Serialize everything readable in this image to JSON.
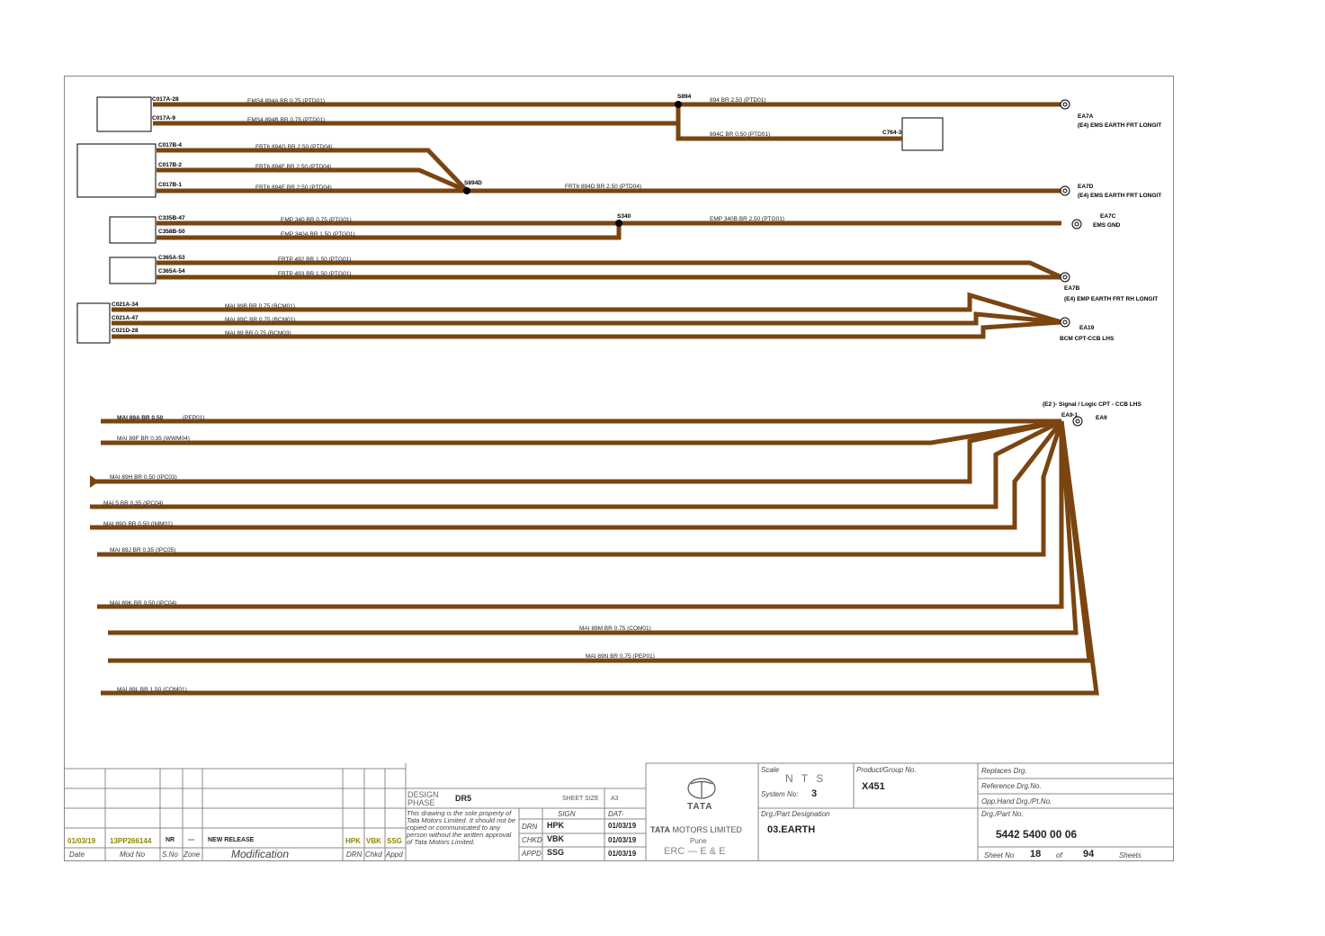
{
  "colors": {
    "wire": "#7a4510",
    "frame": "#888888",
    "olive": "#8a8a00"
  },
  "wires": {
    "w1": "EMS4 894A BR 0.75 (PTD01)",
    "w2": "EMS4 894B BR 0.75 (PTD01)",
    "w3": "894 BR 2.50 (PTD01)",
    "w4": "894C BR 0.50 (PTD01)",
    "w5": "FRT6 894G BR 2.50 (PTD04)",
    "w6": "FRT6 894F BR 2.50 (PTD04)",
    "w7": "FRT6 894E BR 2.50 (PTD04)",
    "w8": "FRT6 894D BR 2.50 (PTD04)",
    "w9": "EMP 340 BR 0.75 (PTG01)",
    "w10": "EMP 340A BR 1.50 (PTG01)",
    "w11": "EMP 340B BR 2.50 (PTG01)",
    "w12": "FRTP 492 BR 1.50 (PTG01)",
    "w13": "FRTP 493 BR 1.50 (PTG01)",
    "w14": "MAI 89B BR 0.75 (BCM01)",
    "w15": "MAI 89C BR 0.75 (BCM01)",
    "w16": "MAI 89 BR 0.75 (BCM03)",
    "w17a": "MAI 89A BR 0.50",
    "w17b": "(PEP01)",
    "w18": "MAI 89F BR 0.35 (WWM04)",
    "w19": "MAI 89H BR 0.50 (IPC03)",
    "w20": "MAI 5 BR 0.35 (IPC04)",
    "w21": "MAI 89G BR 0.50 (IMM01)",
    "w22": "MAI 89J BR 0.35 (IPC05)",
    "w23": "MAI 89K BR 0.50 (IPC04)",
    "w24": "MAI 89M BR 0.75 (COM01)",
    "w25": "MAI 89N BR 0.75 (PEP01)",
    "w26": "MAI 89L BR 1.50 (COM01)"
  },
  "connectors": {
    "c1": "C017A-28",
    "c2": "C017A-9",
    "c3": "C017B-4",
    "c4": "C017B-2",
    "c5": "C017B-1",
    "c6": "C335B-47",
    "c7": "C358B-50",
    "c8": "C365A-53",
    "c9": "C365A-54",
    "c10": "C021A-34",
    "c11": "C021A-47",
    "c12": "C021D-28",
    "c13": "C764-3"
  },
  "splices": {
    "s1": "S894",
    "s2": "S894D",
    "s3": "S340"
  },
  "grounds": {
    "g1a": "EA7A",
    "g1b": "(E4) EMS EARTH FRT LONGIT",
    "g2a": "EA7D",
    "g2b": "(E4) EMS EARTH FRT LONGIT",
    "g3a": "EA7C",
    "g3b": "EMS GND",
    "g4a": "EA7B",
    "g4b": "(E4) EMP EARTH FRT RH LONGIT",
    "g5a": "EA19",
    "g5b": "BCM CPT-CCB LHS",
    "g6a": "(E2 )- Signal / Logic CPT - CCB LHS",
    "g6b": "EA9-1",
    "g6c": "EA9"
  },
  "titleblock": {
    "rev_date": "01/03/19",
    "rev_mod": "13PP266144",
    "rev_sno": "NR",
    "rev_zone": "---",
    "rev_modification": "NEW RELEASE",
    "rev_drn": "HPK",
    "rev_chkd": "VBK",
    "rev_appd": "SSG",
    "h_date": "Date",
    "h_mod": "Mod No",
    "h_sno": "S.No",
    "h_zone": "Zone",
    "h_modification": "Modification",
    "h_drn": "DRN",
    "h_chkd": "Chkd",
    "h_appd": "Appd",
    "design_phase_label": "DESIGN PHASE",
    "design_phase": "DR5",
    "sheet_size_label": "SHEET SIZE",
    "sheet_size": "A3",
    "sign_label": "SIGN",
    "date_label": "DAT-",
    "notice": "This drawing is the sole property of Tata Motors Limited. It should not be copied or communicated to any person without the written approval of Tata Motors Limited.",
    "drn_label": "DRN",
    "drn": "HPK",
    "drn_date": "01/03/19",
    "chkd_label": "CHKD",
    "chkd": "VBK",
    "chkd_date": "01/03/19",
    "appd_label": "APPD",
    "appd": "SSG",
    "appd_date": "01/03/19",
    "company_logo": "TATA",
    "company": "MOTORS LIMITED",
    "company_brand": "TATA",
    "city": "Pune",
    "dept": "ERC — E & E",
    "scale_label": "Scale",
    "scale": "N T S",
    "system_label": "System No:",
    "system": "3",
    "product_label": "Product/Group No.",
    "product": "X451",
    "designation_label": "Drg./Part Designation",
    "designation": "03.EARTH",
    "replaces_label": "Replaces Drg.",
    "reference_label": "Reference Drg.No.",
    "opp_label": "Opp.Hand Drg./Pt.No.",
    "part_label": "Drg./Part No.",
    "part_no": "5442 5400 00 06",
    "sheet_label": "Sheet No",
    "sheet_no": "18",
    "of_label": "of",
    "total": "94",
    "sheets_label": "Sheets"
  }
}
